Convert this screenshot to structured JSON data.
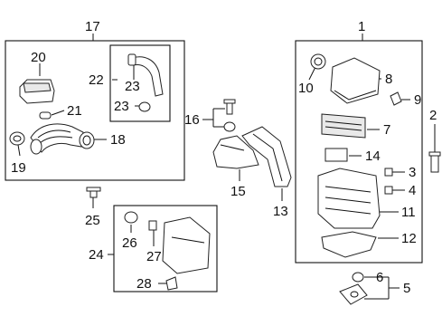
{
  "callouts": {
    "c1": "1",
    "c2": "2",
    "c3": "3",
    "c4": "4",
    "c5": "5",
    "c6": "6",
    "c7": "7",
    "c8": "8",
    "c9": "9",
    "c10": "10",
    "c11": "11",
    "c12": "12",
    "c13": "13",
    "c14": "14",
    "c15": "15",
    "c16": "16",
    "c17": "17",
    "c18": "18",
    "c19": "19",
    "c20": "20",
    "c21": "21",
    "c22": "22",
    "c23a": "23",
    "c23b": "23",
    "c24": "24",
    "c25": "25",
    "c26": "26",
    "c27": "27",
    "c28": "28"
  }
}
